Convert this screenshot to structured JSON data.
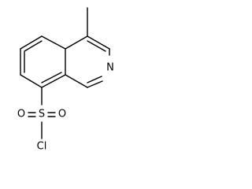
{
  "structure": {
    "atoms": {
      "nitrogen": "N",
      "sulfur": "S",
      "oxygen_left": "O",
      "oxygen_right": "O",
      "chlorine": "Cl"
    }
  }
}
